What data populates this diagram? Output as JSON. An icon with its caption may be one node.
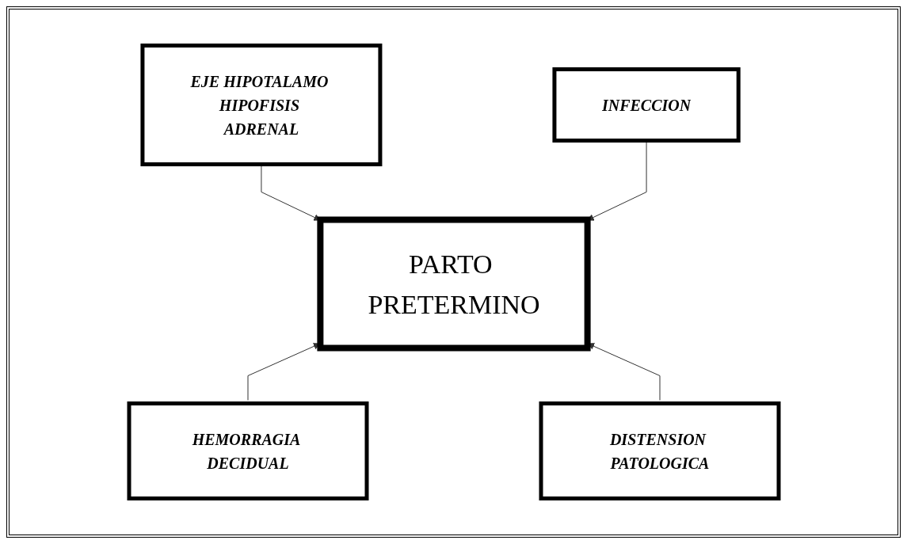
{
  "diagram": {
    "nodes": [
      {
        "text": [
          "EJE HIPOTALAMO HIPOFISIS ADRENAL"
        ]
      },
      {
        "text": [
          "INFECCION"
        ]
      },
      {
        "text": [
          "PARTO PRETERMINO"
        ]
      },
      {
        "text": [
          "HEMORRAGIA DECIDUAL"
        ]
      },
      {
        "text": [
          "DISTENSION PATOLOGICA"
        ]
      }
    ],
    "edges": [
      {
        "from": 0,
        "to": 2,
        "arrow": "to"
      },
      {
        "from": 1,
        "to": 2,
        "arrow": "to"
      },
      {
        "from": 3,
        "to": 2,
        "arrow": "to"
      },
      {
        "from": 4,
        "to": 2,
        "arrow": "to"
      }
    ]
  }
}
